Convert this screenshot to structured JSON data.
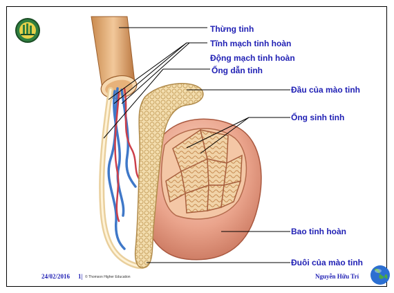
{
  "labels": {
    "thung_tinh": "Thừng tinh",
    "tinh_mach": "Tĩnh mạch tinh hoàn",
    "dong_mach": "Động mạch tinh hoàn",
    "ong_dan_tinh": "Ống dẫn tinh",
    "dau_mao_tinh": "Đầu của mào tinh",
    "ong_sinh_tinh": "Ống sinh tinh",
    "bao_tinh_hoan": "Bao tinh hoàn",
    "duoi_mao_tinh": "Đuôi của mào tinh"
  },
  "footer": {
    "date": "24/02/2016",
    "page": "1|",
    "credit": "© Thomson Higher Education",
    "author": "Nguyễn Hữu Trí"
  },
  "colors": {
    "label_text": "#1f1fb4",
    "capsule": "#e8a088",
    "epididymis": "#f0d9a8",
    "vein": "#3f78c8",
    "artery": "#cc3f4a",
    "cord": "#d89a5a"
  },
  "icons": [
    "logo-emblem-icon",
    "globe-icon"
  ]
}
